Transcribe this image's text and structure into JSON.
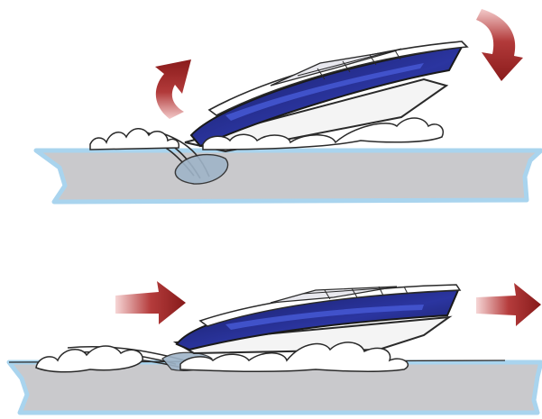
{
  "figure": {
    "panels": [
      {
        "id": "bow-up",
        "arrows": [
          "curved-up-arrow",
          "curved-down-arrow"
        ]
      },
      {
        "id": "planing",
        "arrows": [
          "right-arrow",
          "right-arrow"
        ]
      }
    ]
  },
  "colors": {
    "water": "#c9c9cc",
    "water_edge": "#a9d4ee",
    "hull_blue": "#1c2168",
    "hull_highlight": "#3a4bc2",
    "hull_white": "#f2f2f2",
    "outline": "#2a2a2a",
    "arrow_red": "#8f1f1f",
    "arrow_fade": "#f2c9c9",
    "spray": "#ffffff"
  }
}
